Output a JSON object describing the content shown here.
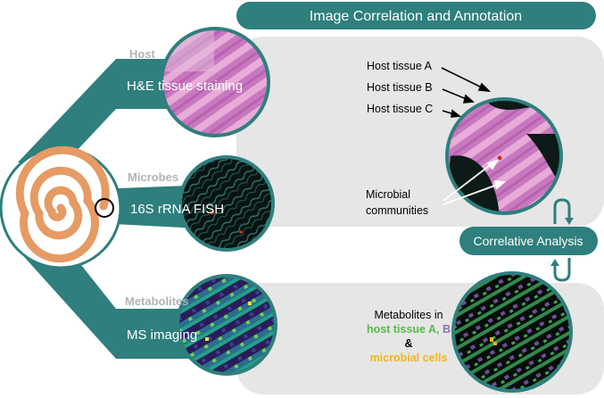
{
  "header": {
    "title": "Image Correlation and Annotation"
  },
  "sections": [
    {
      "category": "Host",
      "method": "H&E tissue staining"
    },
    {
      "category": "Microbes",
      "method": "16S rRNA FISH"
    },
    {
      "category": "Metabolites",
      "method": "MS imaging"
    }
  ],
  "annotations": {
    "host_tissue_a": "Host tissue A",
    "host_tissue_b": "Host tissue B",
    "host_tissue_c": "Host tissue C",
    "microbial_line1": "Microbial",
    "microbial_line2": "communities",
    "metabolites_line1": "Metabolites in",
    "metabolites_line2": "host tissue A, B",
    "metabolites_amp": "&",
    "metabolites_line4": "microbial cells"
  },
  "correlative_label": "Correlative Analysis",
  "colors": {
    "teal": "#2e7f7d",
    "teal_dark": "#2b7471",
    "panel_gray": "#e6e6e6",
    "category_gray": "#b3b3b3",
    "spiral_orange": "#e69a64",
    "tissue_a_green": "#57b947",
    "tissue_b_purple": "#8f6fc0",
    "microbe_yellow": "#f2b619",
    "he_pink": "#d88fcf"
  },
  "icons": [
    "spiral-gut-icon",
    "zoom-circle-icon",
    "cycle-arrows-icon"
  ]
}
